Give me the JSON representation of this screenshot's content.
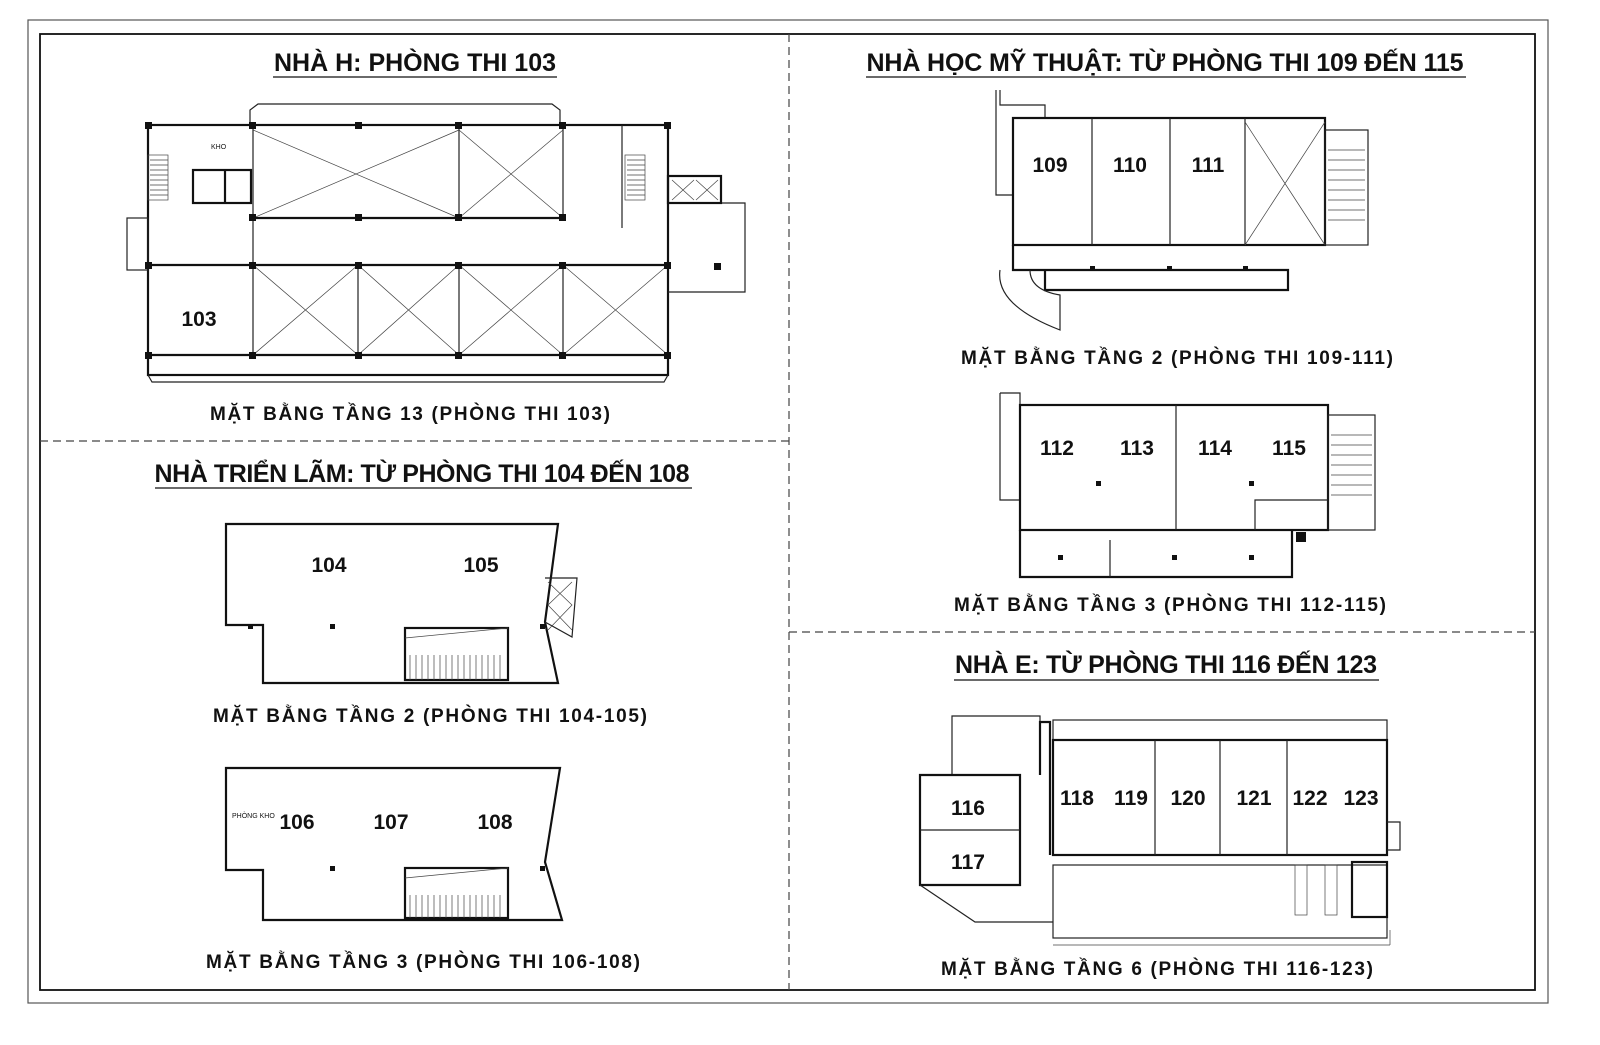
{
  "sections": {
    "nha_h": {
      "title": "NHÀ H: PHÒNG THI 103",
      "plans": [
        {
          "caption": "MẶT BẰNG TẦNG 13 (PHÒNG THI 103)",
          "rooms": [
            "103"
          ],
          "labels": [
            "KHO"
          ]
        }
      ]
    },
    "trien_lam": {
      "title": "NHÀ TRIỂN LÃM: TỪ PHÒNG THI 104 ĐẾN 108",
      "plans": [
        {
          "caption": "MẶT BẰNG TẦNG 2 (PHÒNG THI 104-105)",
          "rooms": [
            "104",
            "105"
          ]
        },
        {
          "caption": "MẶT BẰNG TẦNG 3 (PHÒNG THI 106-108)",
          "rooms": [
            "106",
            "107",
            "108"
          ],
          "labels": [
            "PHÒNG KHO"
          ]
        }
      ]
    },
    "my_thuat": {
      "title": "NHÀ HỌC MỸ THUẬT: TỪ PHÒNG THI 109 ĐẾN 115",
      "plans": [
        {
          "caption": "MẶT BẰNG TẦNG 2 (PHÒNG THI 109-111)",
          "rooms": [
            "109",
            "110",
            "111"
          ]
        },
        {
          "caption": "MẶT BẰNG TẦNG 3 (PHÒNG THI 112-115)",
          "rooms": [
            "112",
            "113",
            "114",
            "115"
          ]
        }
      ]
    },
    "nha_e": {
      "title": "NHÀ E: TỪ PHÒNG THI 116 ĐẾN 123",
      "plans": [
        {
          "caption": "MẶT BẰNG TẦNG 6 (PHÒNG THI 116-123)",
          "rooms": [
            "116",
            "117",
            "118",
            "119",
            "120",
            "121",
            "122",
            "123"
          ]
        }
      ]
    }
  }
}
